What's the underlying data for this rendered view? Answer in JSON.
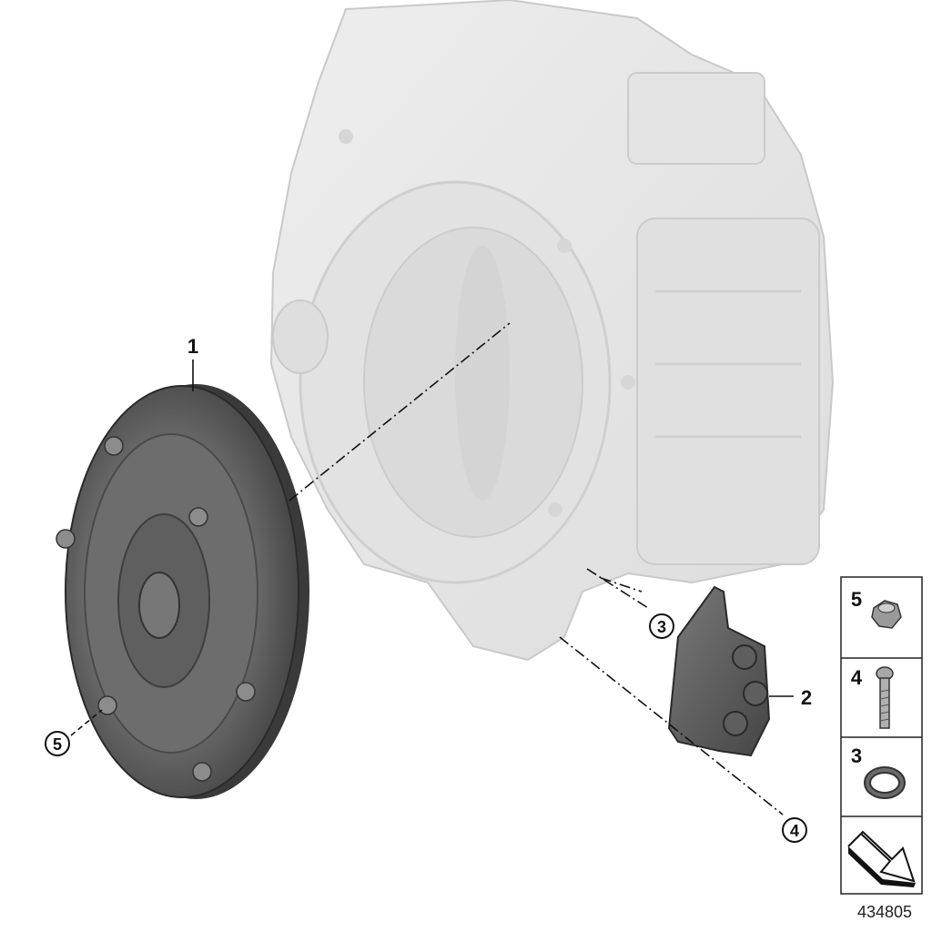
{
  "callouts": {
    "torque_converter": "1",
    "actuator_housing": "2",
    "seal_ring": "3",
    "bolt": "4",
    "nut": "5"
  },
  "legend": {
    "items": [
      {
        "num": "5",
        "icon": "hex-nut-icon"
      },
      {
        "num": "4",
        "icon": "bolt-icon"
      },
      {
        "num": "3",
        "icon": "o-ring-icon"
      },
      {
        "num": "",
        "icon": "arrow-pointer-icon"
      }
    ]
  },
  "diagram_id": "434805",
  "colors": {
    "ghost_part": "#e6e6e6",
    "ghost_edge": "#c9c9c9",
    "dark_part": "#5a5a5a",
    "dark_edge": "#2a2a2a",
    "line": "#111111"
  }
}
